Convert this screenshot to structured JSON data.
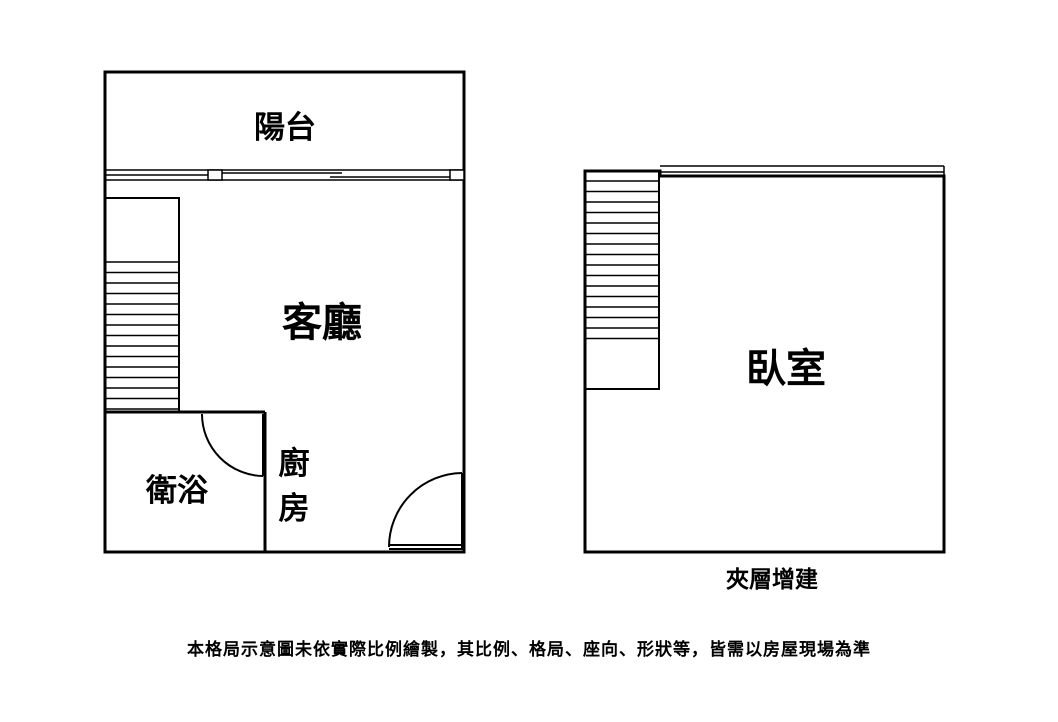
{
  "floorplan": {
    "main_floor": {
      "balcony": "陽台",
      "living_room": "客廳",
      "bathroom": "衛浴",
      "kitchen_line1": "廚",
      "kitchen_line2": "房"
    },
    "mezzanine": {
      "bedroom": "臥室",
      "caption": "夾層增建"
    },
    "disclaimer": "本格局示意圖未依實際比例繪製，其比例、格局、座向、形狀等，皆需以房屋現場為準"
  },
  "colors": {
    "line": "#000000",
    "background": "#ffffff"
  }
}
